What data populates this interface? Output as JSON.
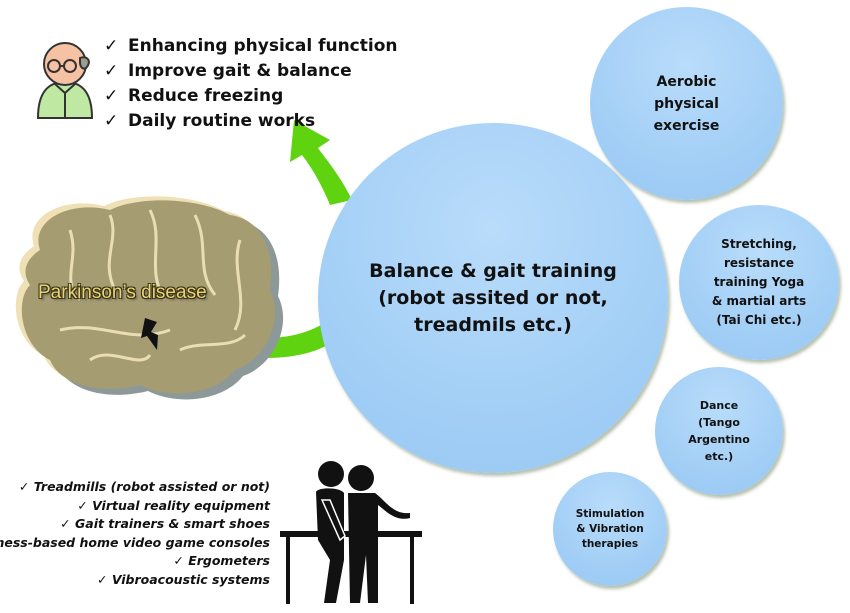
{
  "benefits": {
    "items": [
      "Enhancing physical function",
      "Improve gait & balance",
      "Reduce freezing",
      "Daily routine works"
    ],
    "check_icon": "check-mark"
  },
  "disease": {
    "label": "Parkinson’s disease",
    "icon": "brain-with-lightning"
  },
  "main_circle": {
    "lines": [
      "Balance & gait training",
      "(robot assited or not,",
      "treadmils etc.)"
    ]
  },
  "circles": [
    {
      "lines": [
        "Aerobic",
        "physical",
        "exercise"
      ]
    },
    {
      "lines": [
        "Stretching,",
        "resistance",
        "training Yoga",
        "& martial arts",
        "(Tai Chi etc.)"
      ]
    },
    {
      "lines": [
        "Dance",
        "(Tango",
        "Argentino",
        "etc.)"
      ]
    },
    {
      "lines": [
        "Stimulation",
        "& Vibration",
        "therapies"
      ]
    }
  ],
  "equipment": {
    "items": [
      "Treadmills (robot assisted or not)",
      "Virtual reality equipment",
      "Gait trainers & smart shoes",
      "Fitness-based home video game consoles",
      "Ergometers",
      "Vibroacoustic systems"
    ]
  },
  "colors": {
    "circle": "#a3cff6",
    "arrow": "#5fd30f",
    "brain": "#a59c72",
    "man_face": "#f7c2a3",
    "man_shirt": "#bfe8a2"
  },
  "check": "✓"
}
